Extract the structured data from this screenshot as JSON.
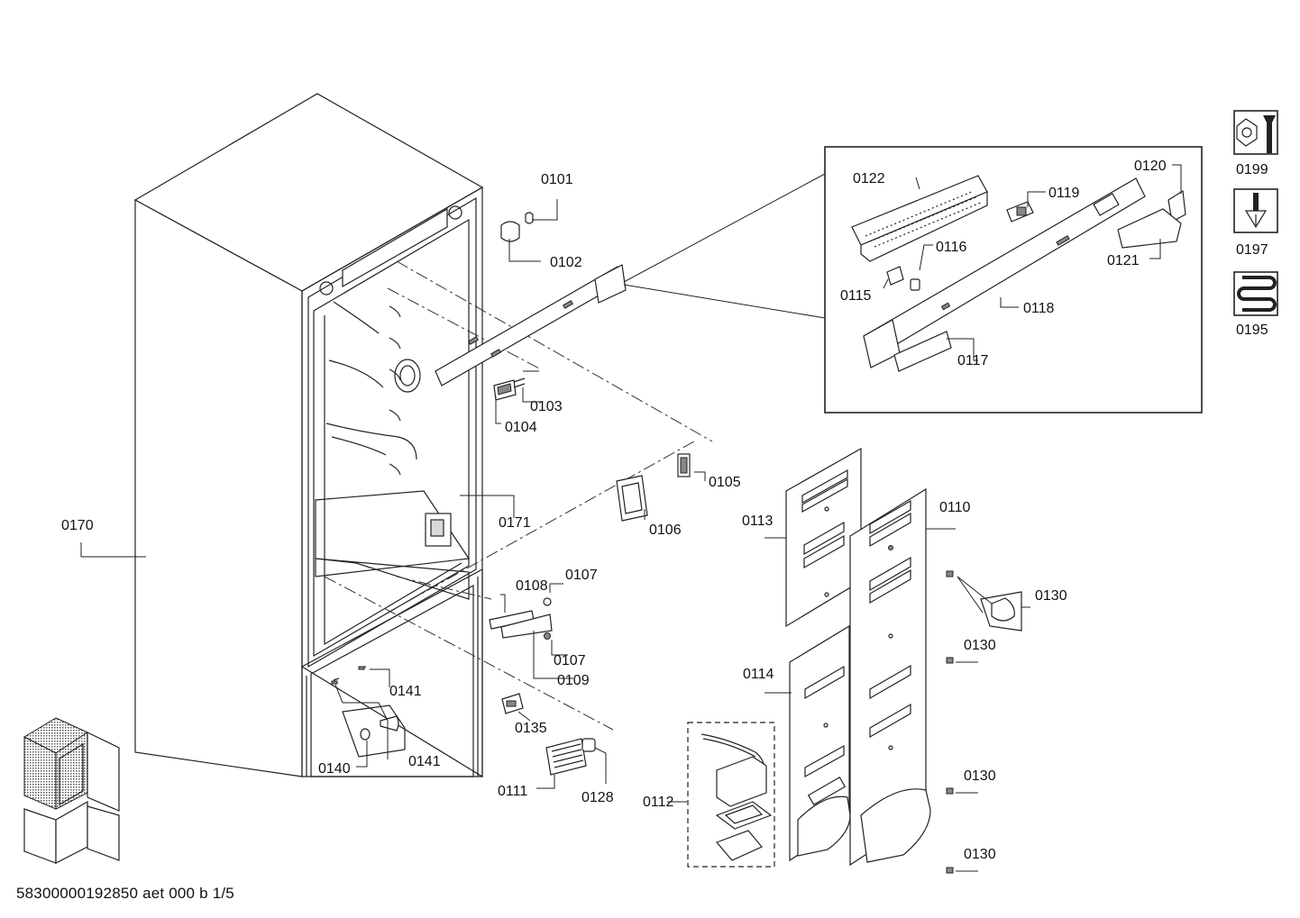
{
  "footer": {
    "drawing_id": "58300000192850 aet 000 b 1/5"
  },
  "callouts": {
    "c0101": "0101",
    "c0102": "0102",
    "c0103": "0103",
    "c0104": "0104",
    "c0105": "0105",
    "c0106": "0106",
    "c0107a": "0107",
    "c0107b": "0107",
    "c0108": "0108",
    "c0109": "0109",
    "c0110": "0110",
    "c0111": "0111",
    "c0112": "0112",
    "c0113": "0113",
    "c0114": "0114",
    "c0115": "0115",
    "c0116": "0116",
    "c0117": "0117",
    "c0118": "0118",
    "c0119": "0119",
    "c0120": "0120",
    "c0121": "0121",
    "c0122": "0122",
    "c0128": "0128",
    "c0130a": "0130",
    "c0130b": "0130",
    "c0130c": "0130",
    "c0130d": "0130",
    "c0135": "0135",
    "c0140": "0140",
    "c0141a": "0141",
    "c0141b": "0141",
    "c0170": "0170",
    "c0171": "0171"
  },
  "side_icons": [
    {
      "code": "0199",
      "icon": "nut-wrench-icon"
    },
    {
      "code": "0197",
      "icon": "screwdriver-icon"
    },
    {
      "code": "0195",
      "icon": "heating-coil-icon"
    }
  ]
}
